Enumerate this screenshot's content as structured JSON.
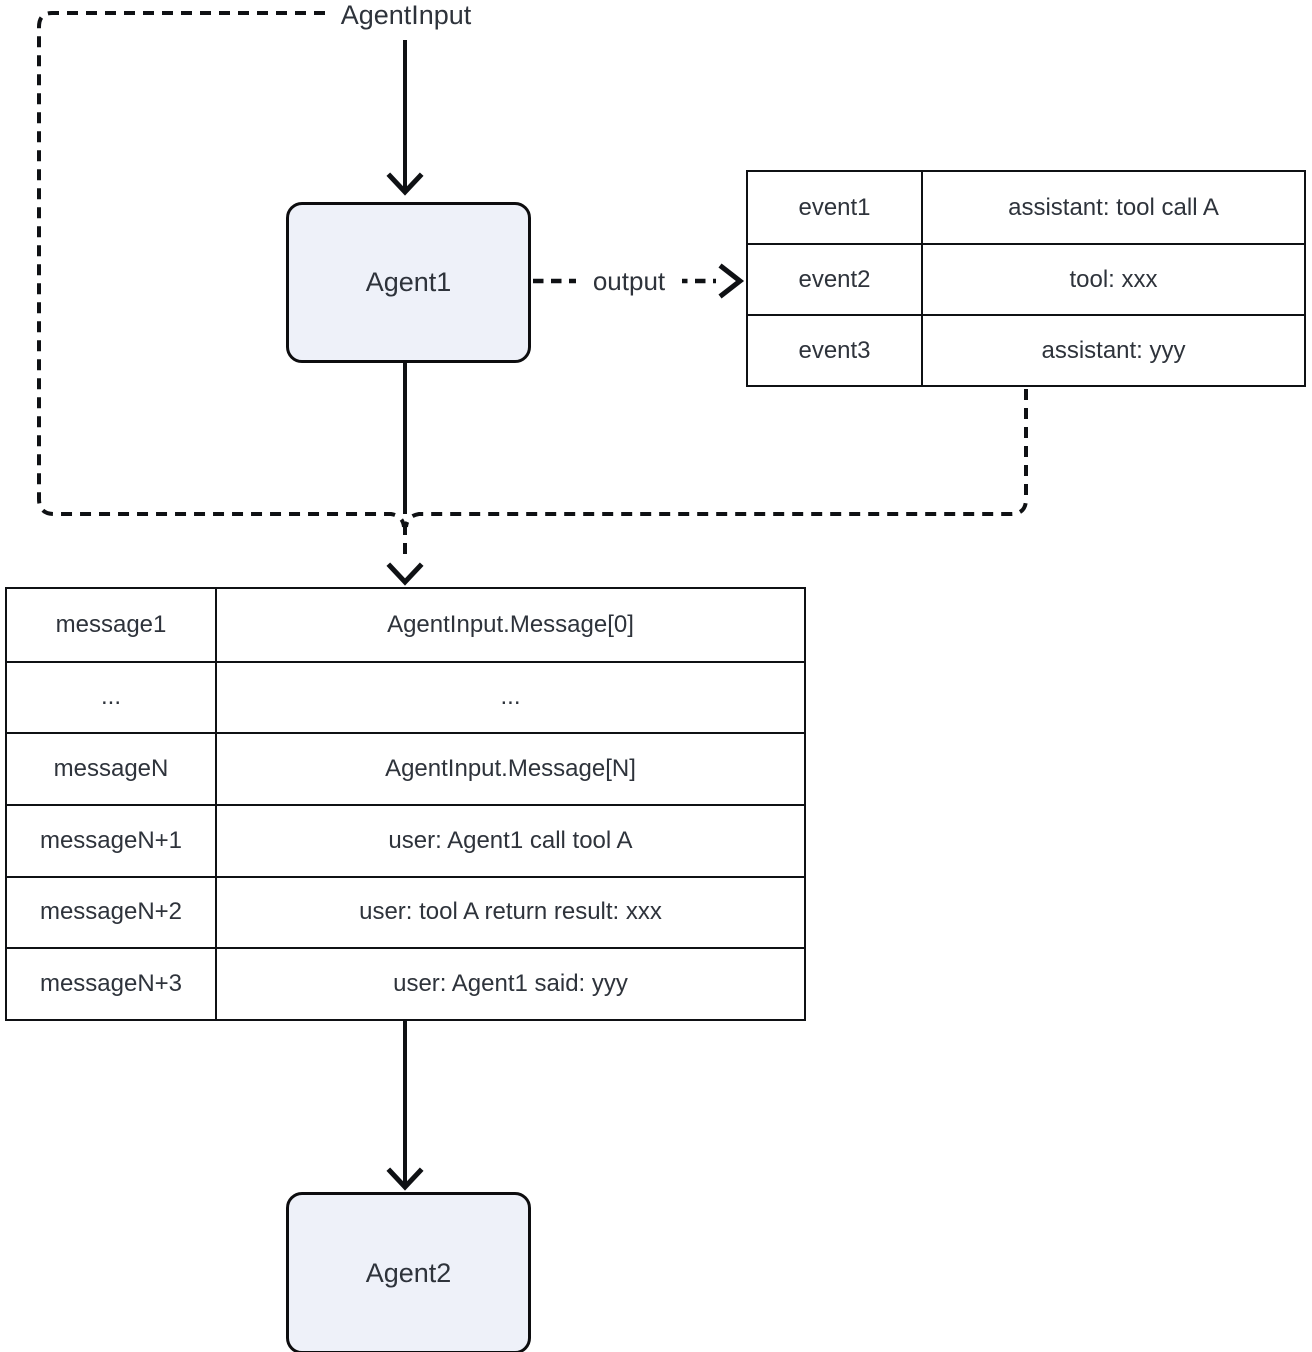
{
  "diagram": {
    "input_label": "AgentInput",
    "output_label": "output",
    "nodes": {
      "agent1": "Agent1",
      "agent2": "Agent2"
    },
    "event_table": {
      "rows": [
        {
          "key": "event1",
          "value": "assistant: tool call A"
        },
        {
          "key": "event2",
          "value": "tool: xxx"
        },
        {
          "key": "event3",
          "value": "assistant: yyy"
        }
      ]
    },
    "message_table": {
      "rows": [
        {
          "key": "message1",
          "value": "AgentInput.Message[0]"
        },
        {
          "key": "...",
          "value": "..."
        },
        {
          "key": "messageN",
          "value": "AgentInput.Message[N]"
        },
        {
          "key": "messageN+1",
          "value": "user: Agent1 call tool A"
        },
        {
          "key": "messageN+2",
          "value": "user: tool A return result: xxx"
        },
        {
          "key": "messageN+3",
          "value": "user: Agent1 said: yyy"
        }
      ]
    },
    "colors": {
      "node_fill": "#eef1f9",
      "node_border": "#0d0d0f",
      "line_color": "#0f1114",
      "text_color": "#2e333b"
    }
  }
}
